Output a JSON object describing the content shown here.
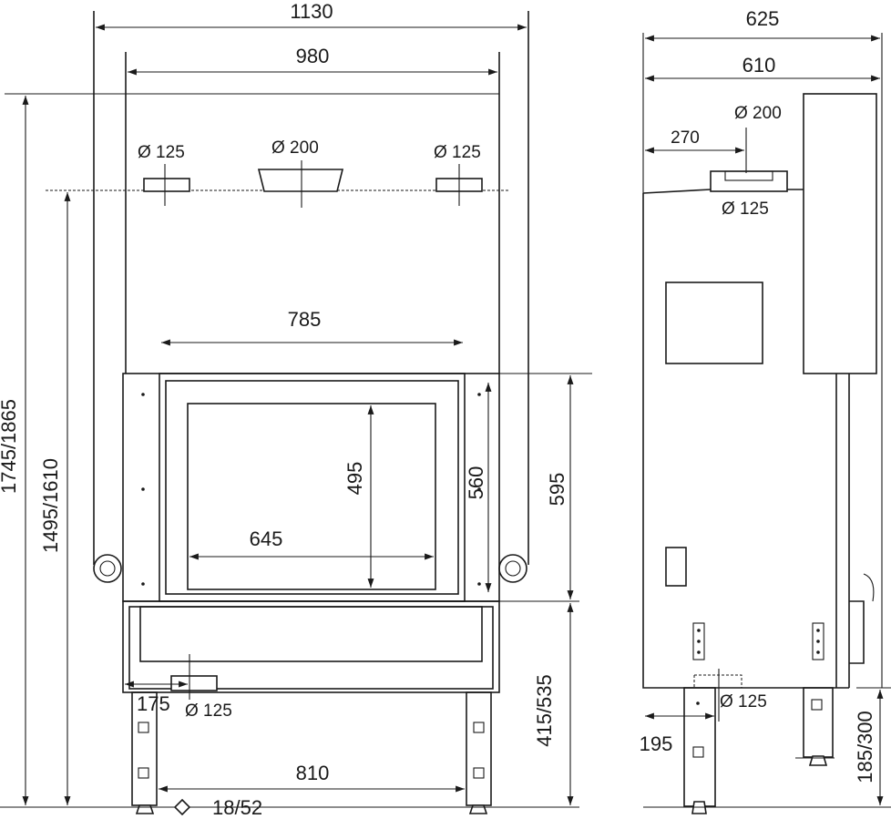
{
  "front_view": {
    "dims": {
      "overall_width": "1130",
      "body_width": "980",
      "opening_width": "785",
      "glass_width": "645",
      "glass_height": "495",
      "opening_height": "560",
      "door_height": "595",
      "base_height": "415/535",
      "total_height": "1745/1865",
      "mid_height": "1495/1610",
      "leg_spacing": "810",
      "side_offset": "175",
      "foot_adjust": "18/52"
    },
    "ducts": {
      "left_outlet": "Ø 125",
      "center_outlet": "Ø 200",
      "right_outlet": "Ø 125",
      "bottom_inlet": "Ø 125"
    }
  },
  "side_view": {
    "dims": {
      "overall_depth": "625",
      "body_depth": "610",
      "flue_offset": "270",
      "leg_offset": "195",
      "leg_height": "185/300"
    },
    "ducts": {
      "top_outlet_large": "Ø 200",
      "top_outlet_small": "Ø 125",
      "bottom_inlet": "Ø 125"
    }
  }
}
